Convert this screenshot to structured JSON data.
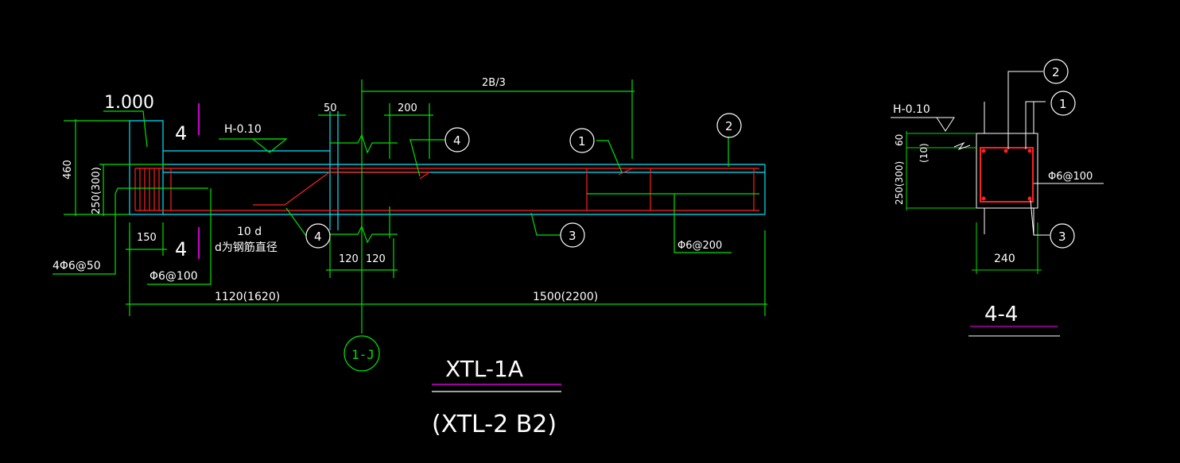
{
  "colors": {
    "background": "#000000",
    "text": "#ffffff",
    "dimension": "#00e000",
    "outline": "#00e5ff",
    "rebar": "#ff2020",
    "section_mark": "#ff00ff",
    "axis": "#00e000"
  },
  "left": {
    "elev": "1.000",
    "sec_top": "4",
    "sec_bot": "4",
    "level": "H-0.10",
    "dim_50": "50",
    "dim_200": "200",
    "dim_2b3": "2B/3",
    "dim_460": "460",
    "dim_250": "250(300)",
    "dim_150": "150",
    "dim_10d": "10 d",
    "note_d": "d为钢筋直径",
    "rebar_4phi6": "4Φ6@50",
    "rebar_phi6_100": "Φ6@100",
    "rebar_phi6_200": "Φ6@200",
    "dim_120a": "120",
    "dim_120b": "120",
    "dim_1120": "1120(1620)",
    "dim_1500": "1500(2200)",
    "axis": "1-J",
    "tag1": "1",
    "tag2": "2",
    "tag3": "3",
    "tag4a": "4",
    "tag4b": "4"
  },
  "title": {
    "main": "XTL-1A",
    "sub": "(XTL-2 B2)"
  },
  "section": {
    "level": "H-0.10",
    "dim_60": "60",
    "dim_10": "(10)",
    "dim_250": "250(300)",
    "stirrup": "Φ6@100",
    "width": "240",
    "title": "4-4",
    "tag1": "1",
    "tag2": "2",
    "tag3": "3"
  }
}
